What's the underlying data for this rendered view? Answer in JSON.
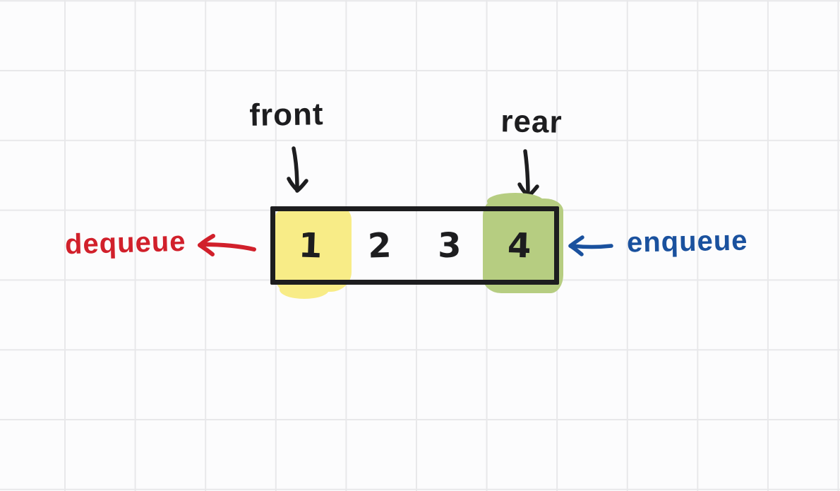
{
  "diagram": {
    "type": "queue-data-structure",
    "pointers": {
      "front_label": "front",
      "rear_label": "rear"
    },
    "operations": {
      "dequeue_label": "dequeue",
      "enqueue_label": "enqueue"
    },
    "queue": {
      "cells": [
        {
          "value": "1",
          "highlight": "yellow"
        },
        {
          "value": "2",
          "highlight": "none"
        },
        {
          "value": "3",
          "highlight": "none"
        },
        {
          "value": "4",
          "highlight": "green"
        }
      ]
    },
    "colors": {
      "paper": "#fcfcfd",
      "grid_line": "#e8e8ea",
      "ink": "#1d1d1f",
      "dequeue_red": "#d1202b",
      "enqueue_blue": "#1a519e",
      "front_highlight_yellow": "#f8ec87",
      "rear_highlight_green": "#b6cd81"
    }
  }
}
